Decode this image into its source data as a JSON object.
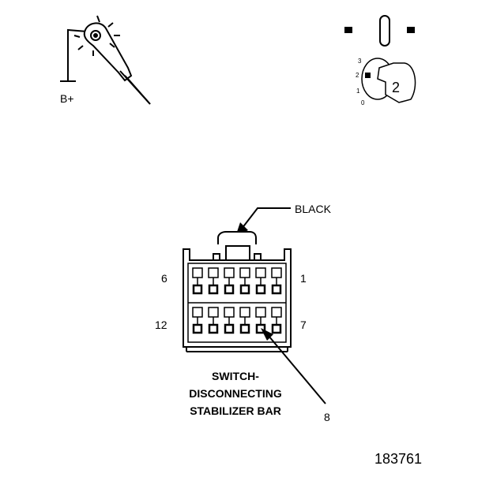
{
  "probe": {
    "supply_label": "B+"
  },
  "ignition": {
    "positions": [
      "3",
      "2",
      "1",
      "0"
    ],
    "key_position": "2"
  },
  "connector": {
    "color_label": "BLACK",
    "pin_top_left": "6",
    "pin_top_right": "1",
    "pin_bottom_left": "12",
    "pin_bottom_right": "7",
    "callout_pin": "8",
    "caption_line1": "SWITCH-",
    "caption_line2": "DISCONNECTING",
    "caption_line3": "STABILIZER BAR"
  },
  "figure_id": "183761"
}
